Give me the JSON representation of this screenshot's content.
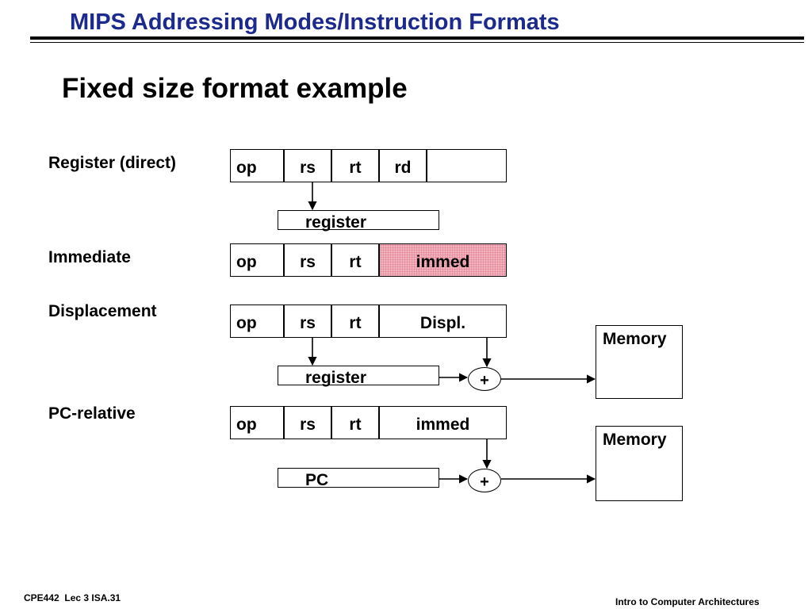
{
  "slide": {
    "title": "MIPS Addressing Modes/Instruction Formats",
    "subtitle": "Fixed size format example"
  },
  "modes": {
    "register_direct": {
      "label": "Register (direct)",
      "fields": [
        "op",
        "rs",
        "rt",
        "rd",
        ""
      ],
      "target": "register"
    },
    "immediate": {
      "label": "Immediate",
      "fields": [
        "op",
        "rs",
        "rt",
        "immed"
      ]
    },
    "displacement": {
      "label": "Displacement",
      "fields": [
        "op",
        "rs",
        "rt",
        "Displ."
      ],
      "base": "register",
      "adder": "+",
      "memory": "Memory"
    },
    "pc_relative": {
      "label": "PC-relative",
      "fields": [
        "op",
        "rs",
        "rt",
        "immed"
      ],
      "base": "PC",
      "adder": "+",
      "memory": "Memory"
    }
  },
  "colors": {
    "title": "#1c2a8e",
    "immediate_highlight": "#f3b3be"
  },
  "footer": {
    "left": "CPE442  Lec 3 ISA.31",
    "right": "Intro to Computer Architectures"
  }
}
